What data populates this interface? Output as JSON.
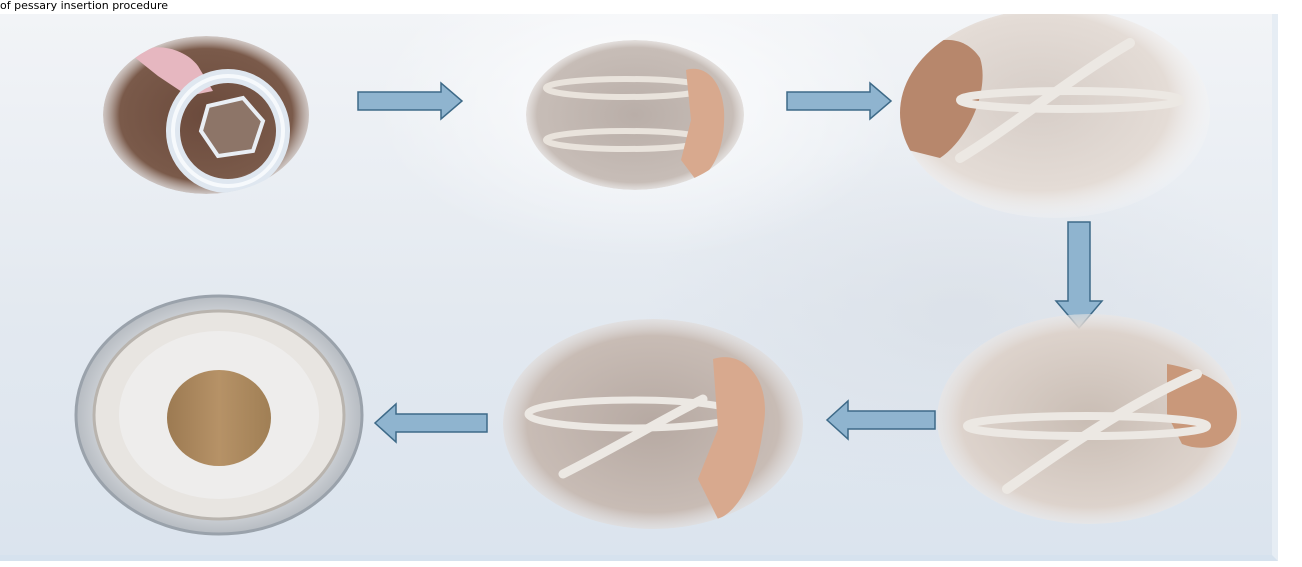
{
  "caption": {
    "text": "of pessary insertion procedure"
  },
  "diagram": {
    "description_colors": {
      "arrow_fill": "#8fb4cf",
      "arrow_stroke": "#3e6a88",
      "pessary": "#ece8e3",
      "skin": "#d8a98e",
      "wood": "#b69267"
    },
    "steps": [
      {
        "icon": "pessary-ring-in-hand-photo"
      },
      {
        "icon": "pessary-folding-side-view-photo"
      },
      {
        "icon": "pessary-folded-photo"
      },
      {
        "icon": "pessary-folded-angled-photo"
      },
      {
        "icon": "pessary-folded-insertion-photo"
      },
      {
        "icon": "pessary-inserted-ring-photo"
      }
    ],
    "arrows": [
      "right",
      "right",
      "down",
      "left",
      "left"
    ]
  }
}
